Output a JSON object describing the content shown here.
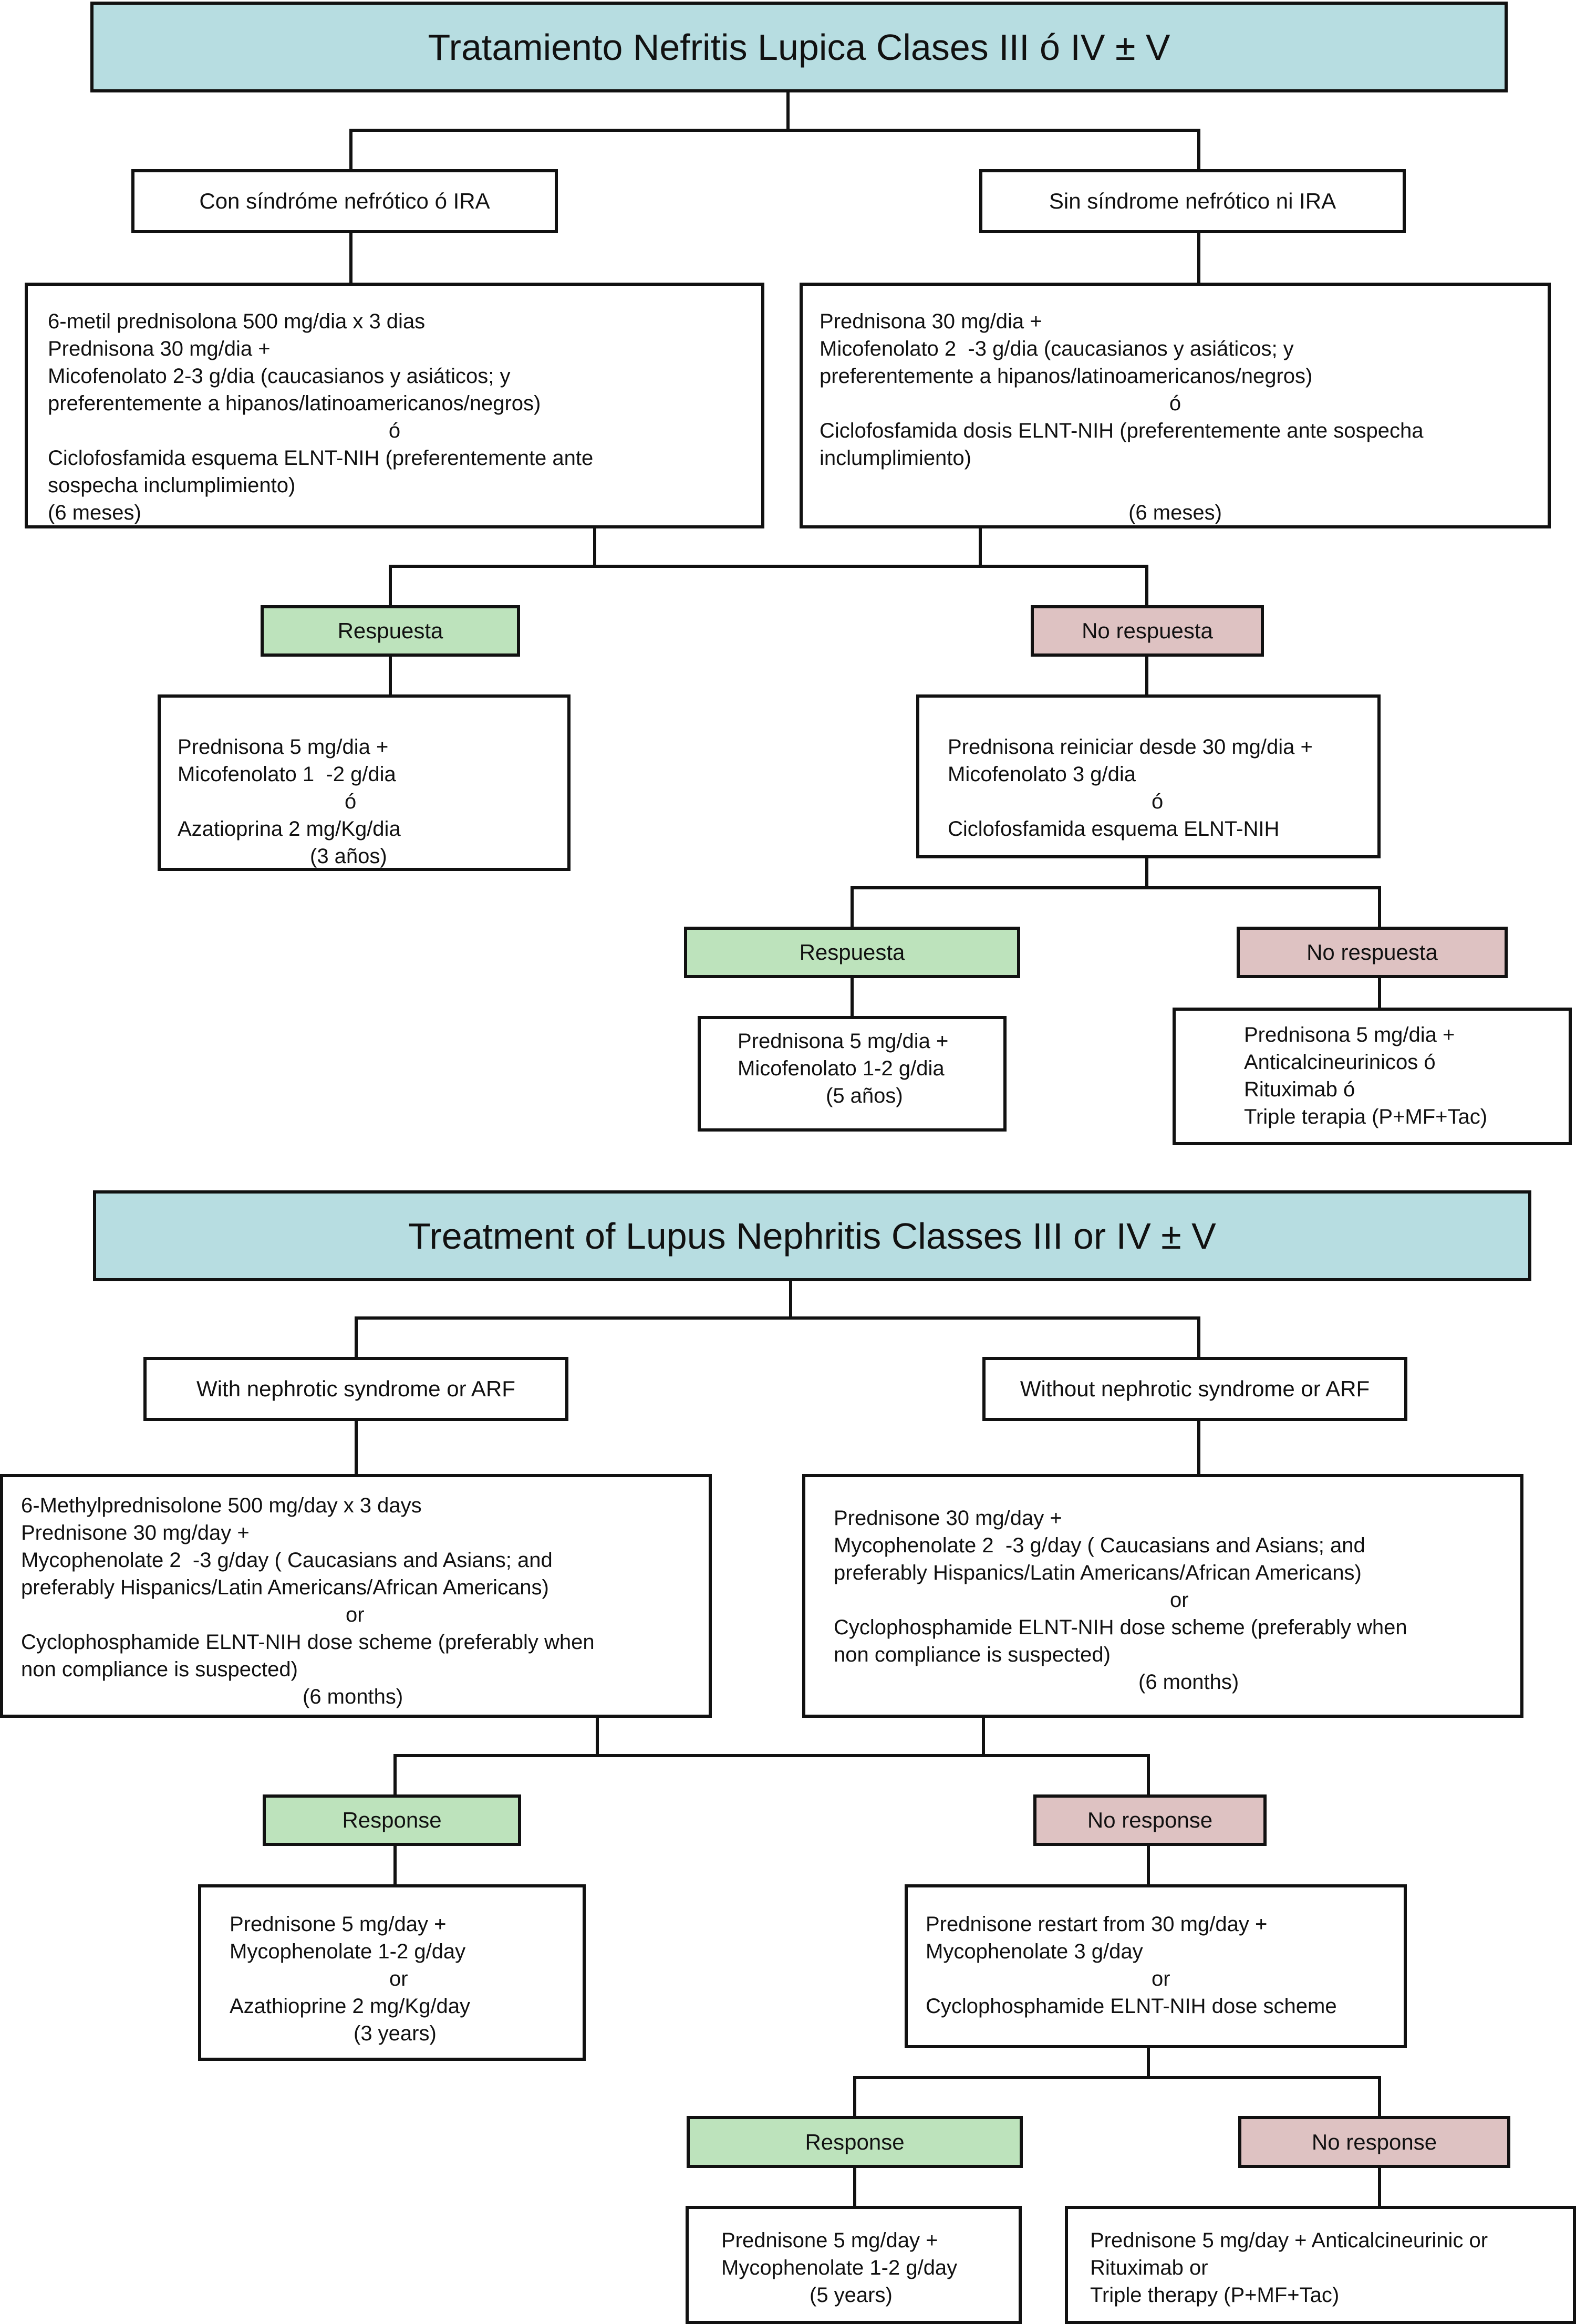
{
  "spanish": {
    "title": "Tratamiento Nefritis Lupica Clases III  ó IV ± V",
    "left_condition": "Con síndróme nefrótico ó IRA",
    "right_condition": "Sin síndrome nefrótico ni IRA",
    "left_induction": [
      "6-metil prednisolona 500 mg/dia x 3 dias",
      "Prednisona 30 mg/dia +",
      "Micofenolato 2-3 g/dia (caucasianos y asiáticos; y",
      "preferentemente a hipanos/latinoamericanos/negros)",
      "ó",
      "Ciclofosfamida esquema ELNT-NIH (preferentemente ante",
      "sospecha inclumplimiento)",
      "(6 meses)"
    ],
    "right_induction": [
      "Prednisona 30 mg/dia +",
      "Micofenolato 2  -3 g/dia (caucasianos y asiáticos; y",
      "preferentemente a hipanos/latinoamericanos/negros)",
      "ó",
      "Ciclofosfamida dosis ELNT-NIH (preferentemente ante sospecha",
      "inclumplimiento)",
      "",
      "(6 meses)"
    ],
    "response": "Respuesta",
    "no_response": "No respuesta",
    "maintenance": [
      "Prednisona 5 mg/dia +",
      "Micofenolato 1  -2 g/dia",
      "ó",
      "Azatioprina 2 mg/Kg/dia",
      "(3 años)"
    ],
    "rescue": [
      "Prednisona reiniciar desde 30 mg/dia +",
      "Micofenolato 3 g/dia",
      "ó",
      "Ciclofosfamida esquema ELNT-NIH"
    ],
    "response2": "Respuesta",
    "no_response2": "No respuesta",
    "rescue_maintenance": [
      "Prednisona 5 mg/dia +",
      "Micofenolato 1-2 g/dia",
      "(5 años)"
    ],
    "refractory": [
      "Prednisona 5 mg/dia +",
      "Anticalcineurinicos ó",
      "Rituximab ó",
      "Triple terapia (P+MF+Tac)"
    ]
  },
  "english": {
    "title": "Treatment of Lupus Nephritis Classes III or IV ± V",
    "left_condition": "With nephrotic syndrome or ARF",
    "right_condition": "Without nephrotic syndrome or ARF",
    "left_induction": [
      "6-Methylprednisolone 500 mg/day x 3 days",
      "Prednisone 30 mg/day +",
      "Mycophenolate 2  -3 g/day ( Caucasians and Asians; and",
      "preferably Hispanics/Latin Americans/African Americans)",
      "or",
      "Cyclophosphamide ELNT-NIH dose scheme (preferably when",
      "non compliance is suspected)",
      "(6 months)"
    ],
    "right_induction": [
      "Prednisone 30 mg/day +",
      "Mycophenolate 2  -3 g/day ( Caucasians and Asians; and",
      "preferably Hispanics/Latin Americans/African Americans)",
      "or",
      "Cyclophosphamide ELNT-NIH dose scheme (preferably when",
      "non compliance is suspected)",
      "(6 months)"
    ],
    "response": "Response",
    "no_response": "No response",
    "maintenance": [
      "Prednisone 5 mg/day +",
      "Mycophenolate 1-2 g/day",
      "or",
      "Azathioprine 2 mg/Kg/day",
      "(3 years)"
    ],
    "rescue": [
      "Prednisone restart from 30 mg/day +",
      "Mycophenolate 3 g/day",
      "or",
      "Cyclophosphamide ELNT-NIH dose scheme"
    ],
    "response2": "Response",
    "no_response2": "No response",
    "rescue_maintenance": [
      "Prednisone 5 mg/day +",
      "Mycophenolate 1-2 g/day",
      "(5 years)"
    ],
    "refractory": [
      "Prednisone 5 mg/day + Anticalcineurinic or",
      "Rituximab or",
      "Triple therapy (P+MF+Tac)"
    ]
  },
  "colors": {
    "title_fill": "#b7dde1",
    "response_fill": "#bde3bc",
    "no_response_fill": "#dec2c2",
    "line": "#111111"
  }
}
